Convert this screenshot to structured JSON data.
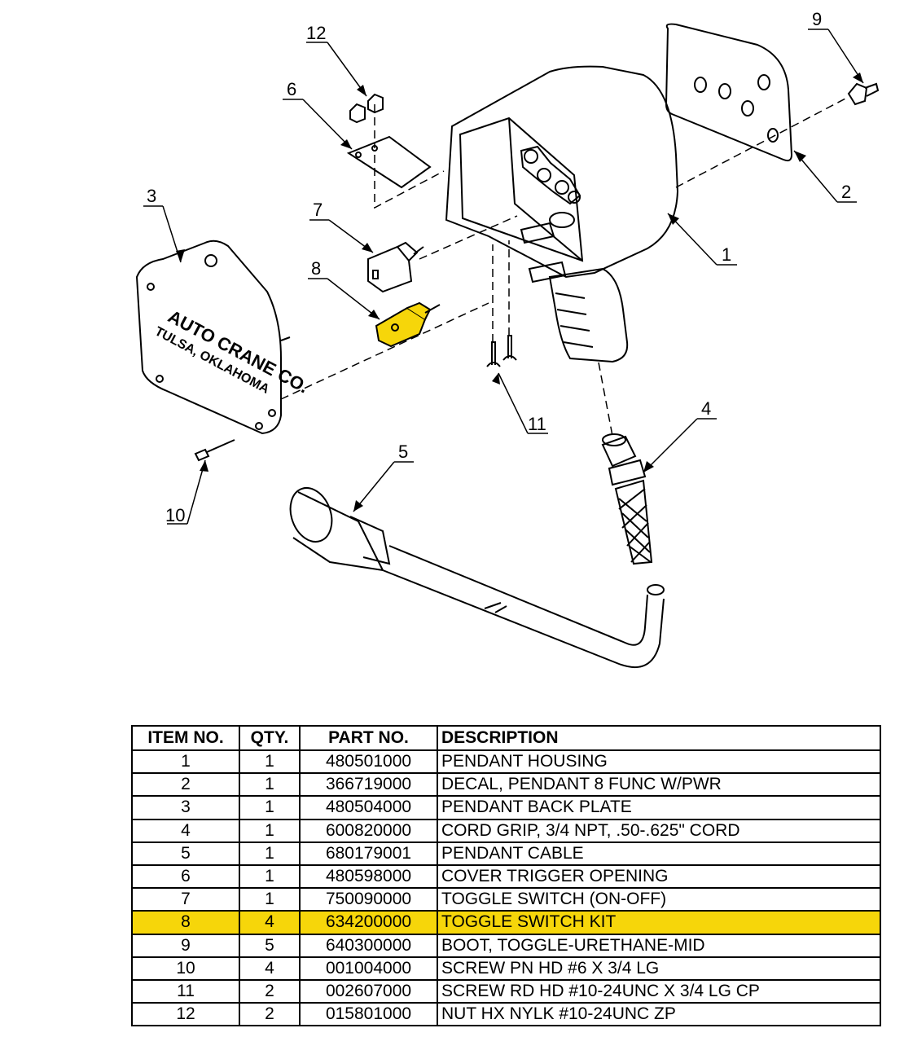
{
  "diagram": {
    "callouts": [
      "1",
      "2",
      "3",
      "4",
      "5",
      "6",
      "7",
      "8",
      "9",
      "10",
      "11",
      "12"
    ],
    "back_plate_text": [
      "AUTO CRANE CO.",
      "TULSA, OKLAHOMA"
    ],
    "highlight_color": "#f6d60a"
  },
  "bom": {
    "headers": [
      "ITEM NO.",
      "QTY.",
      "PART NO.",
      "DESCRIPTION"
    ],
    "rows": [
      {
        "item": "1",
        "qty": "1",
        "part": "480501000",
        "desc": "PENDANT HOUSING"
      },
      {
        "item": "2",
        "qty": "1",
        "part": "366719000",
        "desc": "DECAL, PENDANT 8 FUNC W/PWR"
      },
      {
        "item": "3",
        "qty": "1",
        "part": "480504000",
        "desc": "PENDANT BACK PLATE"
      },
      {
        "item": "4",
        "qty": "1",
        "part": "600820000",
        "desc": "CORD GRIP, 3/4 NPT, .50-.625\" CORD"
      },
      {
        "item": "5",
        "qty": "1",
        "part": "680179001",
        "desc": "PENDANT CABLE"
      },
      {
        "item": "6",
        "qty": "1",
        "part": "480598000",
        "desc": "COVER TRIGGER OPENING"
      },
      {
        "item": "7",
        "qty": "1",
        "part": "750090000",
        "desc": "TOGGLE SWITCH (ON-OFF)"
      },
      {
        "item": "8",
        "qty": "4",
        "part": "634200000",
        "desc": "TOGGLE SWITCH KIT",
        "highlighted": true
      },
      {
        "item": "9",
        "qty": "5",
        "part": "640300000",
        "desc": "BOOT, TOGGLE-URETHANE-MID"
      },
      {
        "item": "10",
        "qty": "4",
        "part": "001004000",
        "desc": "SCREW PN HD #6 X 3/4 LG"
      },
      {
        "item": "11",
        "qty": "2",
        "part": "002607000",
        "desc": "SCREW RD HD #10-24UNC X 3/4 LG CP"
      },
      {
        "item": "12",
        "qty": "2",
        "part": "015801000",
        "desc": "NUT HX NYLK #10-24UNC ZP"
      }
    ]
  }
}
